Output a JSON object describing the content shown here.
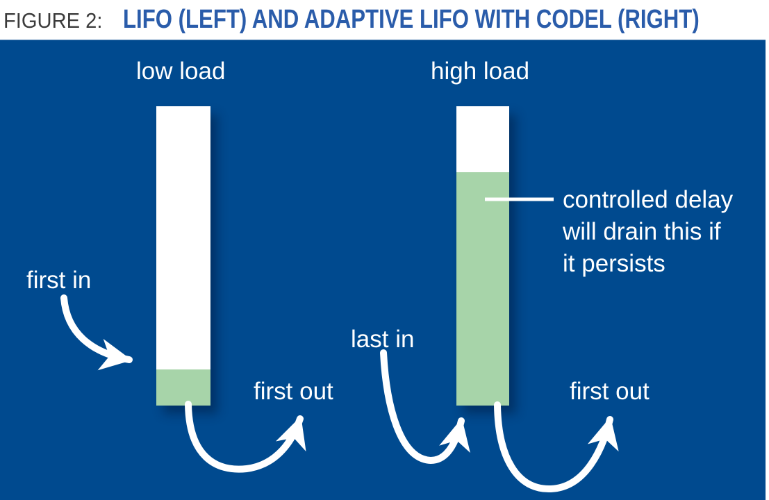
{
  "figure_header": {
    "label": "FIGURE 2:",
    "title": "LIFO (LEFT) AND ADAPTIVE LIFO WITH CODEL (RIGHT)"
  },
  "panel": {
    "left_queue": {
      "load_label": "low load",
      "first_in_label": "first in",
      "first_out_label": "first out",
      "fill_percent": 12
    },
    "right_queue": {
      "load_label": "high load",
      "last_in_label": "last in",
      "first_out_label": "first out",
      "fill_percent": 78,
      "callout_lines": [
        "controlled delay",
        "will drain this if",
        "it persists"
      ]
    }
  },
  "colors": {
    "panel_blue": "#004a8f",
    "queue_green": "#a7d4a9",
    "bar_white": "#ffffff",
    "title_blue": "#2a5caa",
    "figure_label_gray": "#3b3b3b",
    "arrow_white": "#ffffff"
  }
}
